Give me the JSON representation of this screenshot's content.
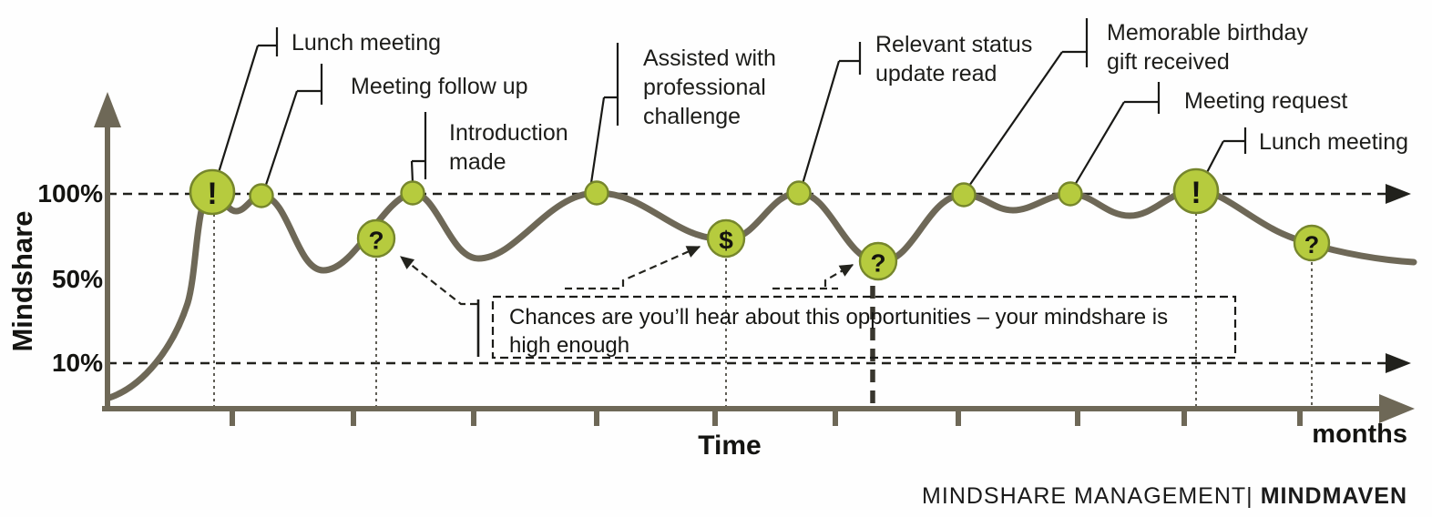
{
  "chart_data": {
    "type": "line",
    "title": "Mindshare over time with relationship touchpoint events",
    "xlabel": "Time",
    "x_unit_label": "months",
    "ylabel": "Mindshare",
    "y_tick_labels": [
      "100%",
      "50%",
      "10%"
    ],
    "y_dashed_gridlines_pct": [
      100,
      10
    ],
    "x_axis_ticks_months": [
      1,
      2,
      3,
      4,
      5,
      6,
      7,
      8,
      9,
      10
    ],
    "legend_position": "none",
    "grid": "dashed horizontal reference lines at 100% and 10% only",
    "series": [
      {
        "name": "Mindshare",
        "points_month_pct": [
          [
            0,
            3
          ],
          [
            0.8,
            100
          ],
          [
            1.0,
            90
          ],
          [
            1.2,
            100
          ],
          [
            1.8,
            59
          ],
          [
            2.2,
            74
          ],
          [
            2.5,
            100
          ],
          [
            3.1,
            66
          ],
          [
            4.0,
            100
          ],
          [
            5.1,
            76
          ],
          [
            5.7,
            100
          ],
          [
            6.4,
            64
          ],
          [
            7.1,
            100
          ],
          [
            7.5,
            91
          ],
          [
            8.0,
            100
          ],
          [
            8.5,
            88
          ],
          [
            9.1,
            100
          ],
          [
            10.0,
            74
          ],
          [
            11.0,
            63
          ]
        ]
      }
    ],
    "events": [
      {
        "month": 0.8,
        "mindshare_pct": 100,
        "symbol": "!",
        "label": "Lunch meeting"
      },
      {
        "month": 1.2,
        "mindshare_pct": 100,
        "symbol": "dot",
        "label": "Meeting follow up"
      },
      {
        "month": 2.2,
        "mindshare_pct": 74,
        "symbol": "?",
        "label": ""
      },
      {
        "month": 2.5,
        "mindshare_pct": 100,
        "symbol": "dot",
        "label": "Introduction made"
      },
      {
        "month": 4.0,
        "mindshare_pct": 100,
        "symbol": "dot",
        "label": "Assisted with professional challenge"
      },
      {
        "month": 5.1,
        "mindshare_pct": 76,
        "symbol": "$",
        "label": ""
      },
      {
        "month": 5.7,
        "mindshare_pct": 100,
        "symbol": "dot",
        "label": "Relevant status update read"
      },
      {
        "month": 6.4,
        "mindshare_pct": 64,
        "symbol": "?",
        "label": ""
      },
      {
        "month": 7.1,
        "mindshare_pct": 100,
        "symbol": "dot",
        "label": "Memorable birthday gift received"
      },
      {
        "month": 8.0,
        "mindshare_pct": 100,
        "symbol": "dot",
        "label": "Meeting request"
      },
      {
        "month": 9.1,
        "mindshare_pct": 100,
        "symbol": "!",
        "label": "Lunch meeting"
      },
      {
        "month": 10.0,
        "mindshare_pct": 74,
        "symbol": "?",
        "label": ""
      }
    ],
    "annotation_box": "Chances are you’ll hear about this opportunities – your mindshare is high enough"
  },
  "branding": {
    "left": "MINDSHARE MANAGEMENT|",
    "right": "MINDMAVEN"
  },
  "colors": {
    "axis_and_curve": "#6e6857",
    "marker_fill": "#b6cb3e",
    "marker_stroke": "#76862c",
    "ink": "#1b1b18",
    "background": "#fefefe"
  }
}
